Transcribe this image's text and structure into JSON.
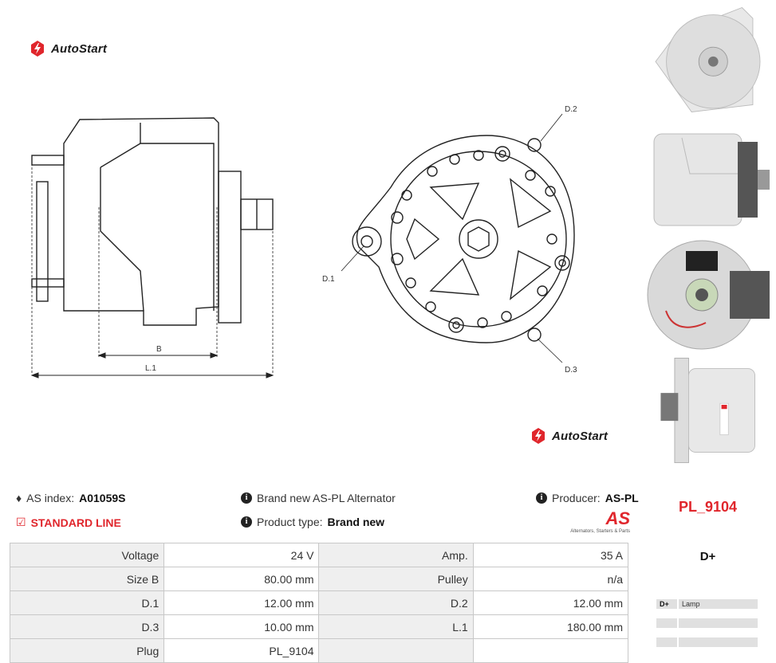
{
  "brand": {
    "name": "AutoStart"
  },
  "drawing": {
    "side_labels": {
      "b": "B",
      "l1": "L.1"
    },
    "front_labels": {
      "d1": "D.1",
      "d2": "D.2",
      "d3": "D.3"
    }
  },
  "info": {
    "as_index_label": "AS index:",
    "as_index_value": "A01059S",
    "line": "STANDARD LINE",
    "brand_new": "Brand new AS-PL Alternator",
    "product_type_label": "Product type:",
    "product_type_value": "Brand new",
    "producer_label": "Producer:",
    "producer_value": "AS-PL",
    "producer_logo_text": "AS",
    "producer_logo_sub": "Alternators, Starters & Parts",
    "pl_code": "PL_9104"
  },
  "specs": [
    {
      "l1": "Voltage",
      "v1": "24 V",
      "l2": "Amp.",
      "v2": "35 A"
    },
    {
      "l1": "Size B",
      "v1": "80.00 mm",
      "l2": "Pulley",
      "v2": "n/a"
    },
    {
      "l1": "D.1",
      "v1": "12.00 mm",
      "l2": "D.2",
      "v2": "12.00 mm"
    },
    {
      "l1": "D.3",
      "v1": "10.00 mm",
      "l2": "L.1",
      "v2": "180.00 mm"
    },
    {
      "l1": "Plug",
      "v1": "PL_9104",
      "l2": "",
      "v2": ""
    }
  ],
  "plug": {
    "title": "D+",
    "rows": [
      {
        "pin": "D+",
        "desc": "Lamp"
      },
      {
        "pin": "",
        "desc": ""
      },
      {
        "pin": "",
        "desc": ""
      }
    ]
  },
  "colors": {
    "accent_red": "#e0262c",
    "table_label_bg": "#efefef",
    "border": "#c8c8c8"
  }
}
